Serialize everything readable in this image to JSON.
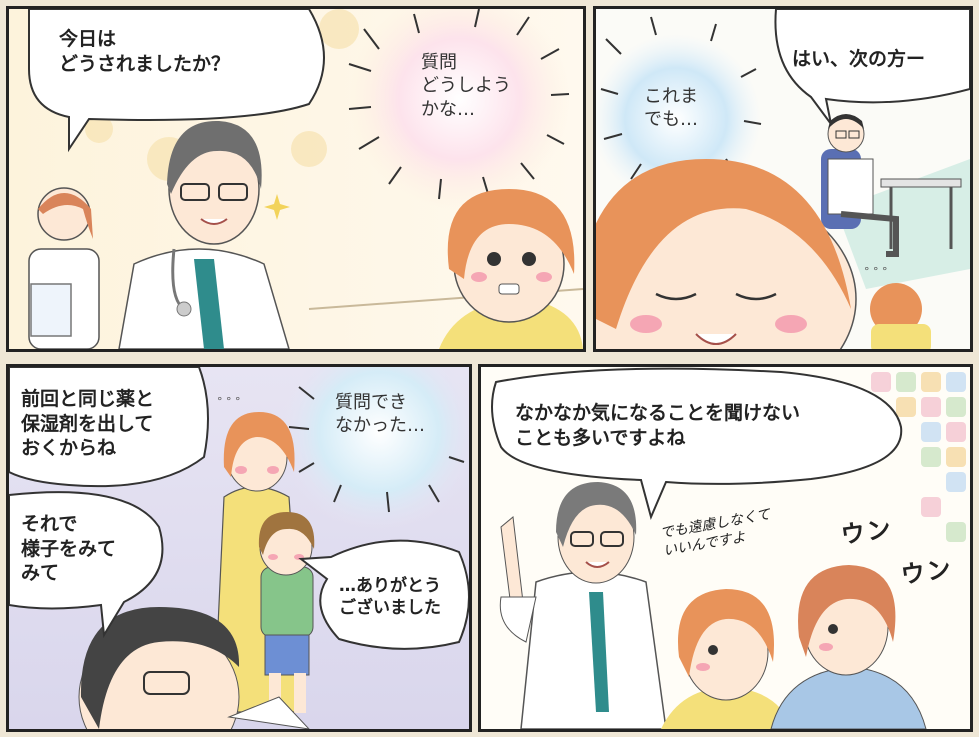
{
  "panels": [
    {
      "speech": "今日は\nどうされましたか？",
      "thought": "質問\nどうしよう\nかな…"
    },
    {
      "speech": "はい、次の方ー",
      "thought": "これま\nでも…"
    },
    {
      "speech1": "前回と同じ薬と\n保湿剤を出して\nおくからね",
      "speech2": "それで\n様子をみて\nみて",
      "thought": "質問でき\nなかった…",
      "reply": "…ありがとう\nございました"
    },
    {
      "speech": "なかなか気になることを聞けない\nことも多いですよね",
      "aside": "でも遠慮しなくて\nいいんですよ",
      "sfx1": "ウン",
      "sfx2": "ウン"
    }
  ],
  "colors": {
    "border": "#222222",
    "hair_orange": "#e8935a",
    "hair_gray": "#7a7a7a",
    "shirt_yellow": "#f4e07a",
    "coat_white": "#ffffff",
    "tie_teal": "#2f8c8c",
    "gutter": "#efe7d6"
  }
}
